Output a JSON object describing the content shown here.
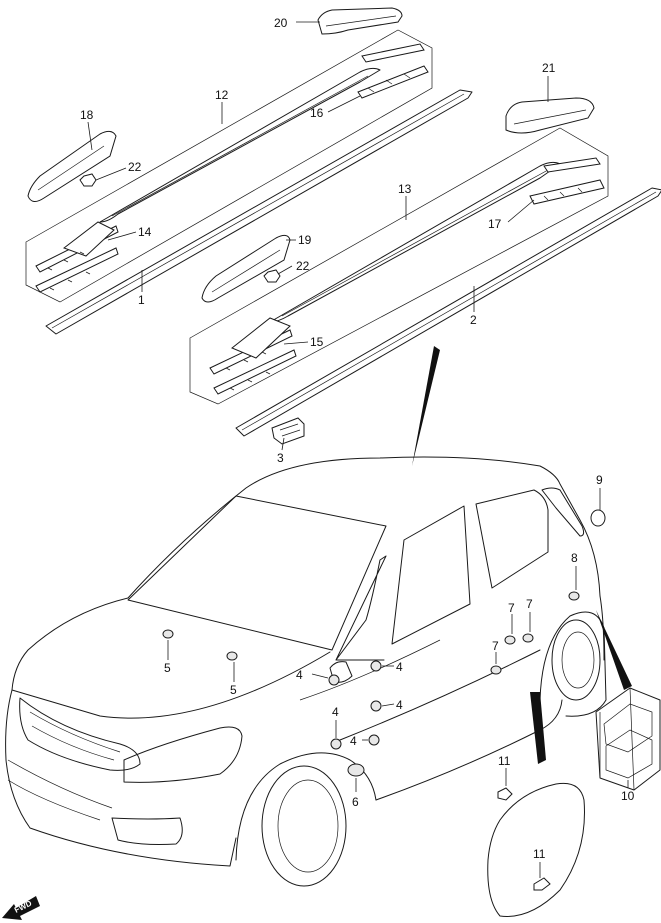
{
  "diagram": {
    "callouts": {
      "c1": "1",
      "c2": "2",
      "c3": "3",
      "c4a": "4",
      "c4b": "4",
      "c4c": "4",
      "c4d": "4",
      "c4e": "4",
      "c5a": "5",
      "c5b": "5",
      "c6": "6",
      "c7a": "7",
      "c7b": "7",
      "c7c": "7",
      "c8": "8",
      "c9": "9",
      "c10": "10",
      "c11a": "11",
      "c11b": "11",
      "c12": "12",
      "c13": "13",
      "c14": "14",
      "c15": "15",
      "c16": "16",
      "c17": "17",
      "c18": "18",
      "c19": "19",
      "c20": "20",
      "c21": "21",
      "c22a": "22",
      "c22b": "22"
    },
    "forward_marker": "FWD"
  }
}
